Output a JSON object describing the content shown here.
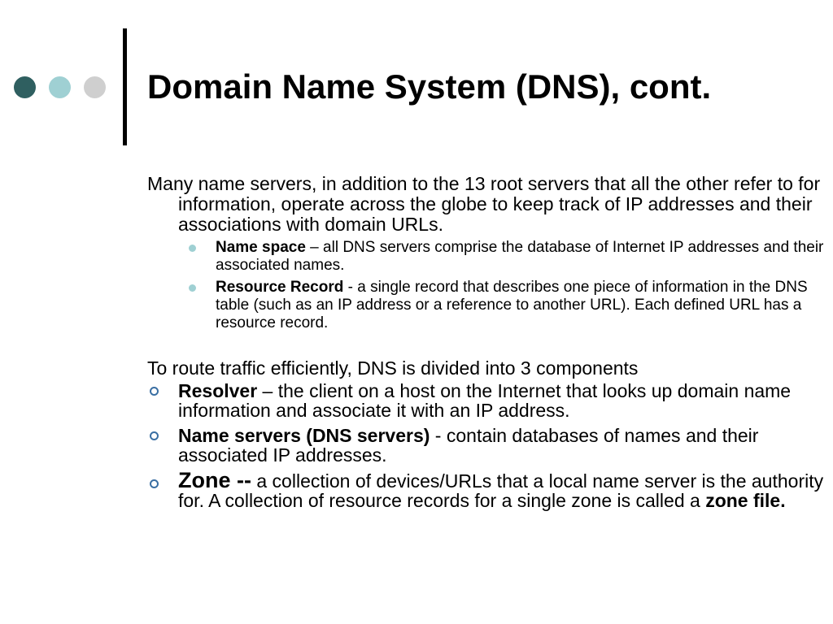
{
  "slide": {
    "title": "Domain Name System (DNS), cont.",
    "accent_colors": [
      "#2f5f60",
      "#9fd0d3",
      "#cfcfcf"
    ],
    "bullet_color": "#3a6fa3"
  },
  "paragraph_1": "Many name servers, in addition to the 13 root servers that all the other refer to for information, operate across the globe to keep track of IP addresses and their associations with domain URLs.",
  "sub_items": [
    {
      "term": "Name space",
      "text": " – all DNS servers comprise the database of Internet IP addresses and their associated names."
    },
    {
      "term": "Resource Record",
      "text": " - a single record that describes one piece of information in the DNS table (such as an IP address or a reference to another URL).  Each defined URL has a resource record."
    }
  ],
  "paragraph_2": "To route traffic efficiently, DNS is divided into 3 components",
  "components": [
    {
      "term": "Resolver",
      "text": " – the client on a host on the Internet that looks up domain name information and associate it with an IP address."
    },
    {
      "term": "Name servers (DNS servers)",
      "text": " - contain databases of names and their associated IP addresses."
    },
    {
      "term": "Zone --",
      "text": "  a collection of devices/URLs that a local name server is the authority for.  A collection of resource records for a single zone is called a ",
      "term_end": "zone file."
    }
  ]
}
